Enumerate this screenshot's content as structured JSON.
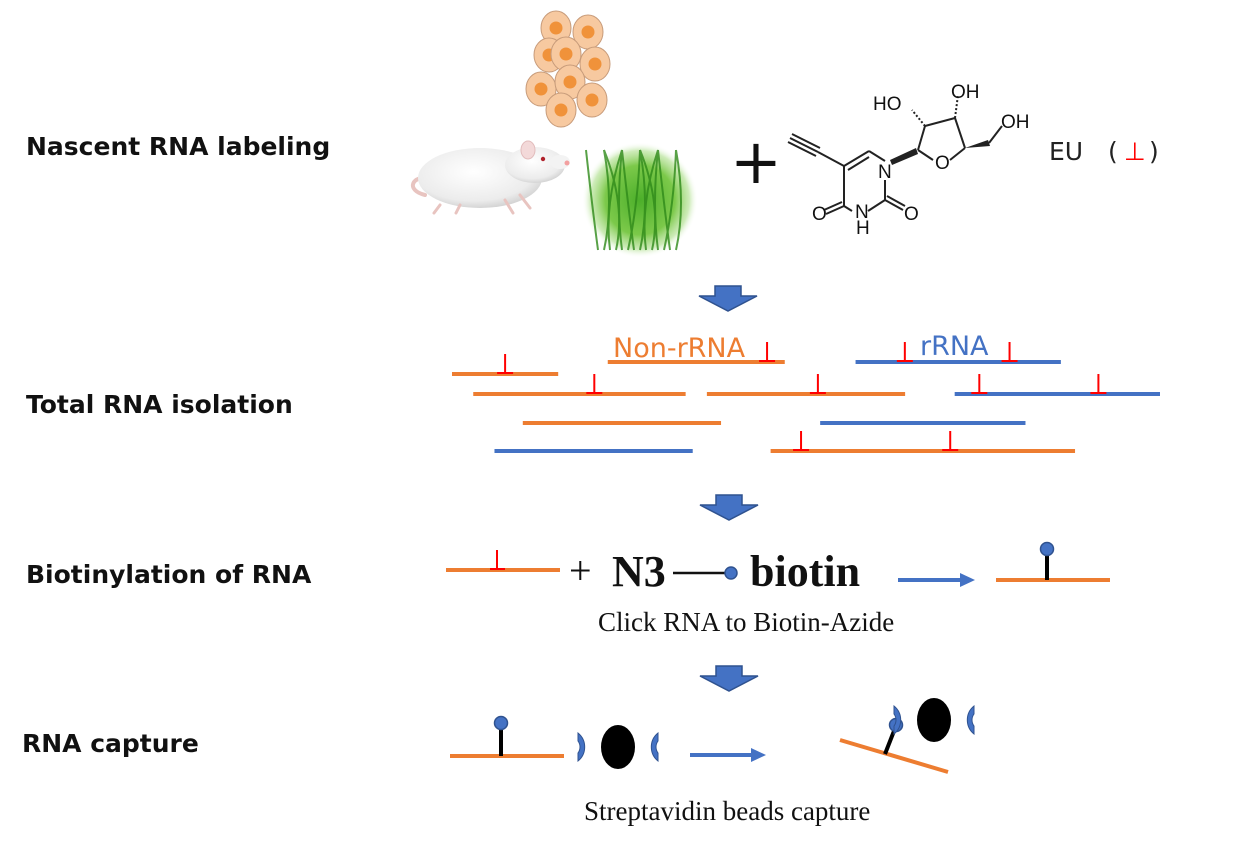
{
  "colors": {
    "non_rrna": "#ED7D31",
    "rrna": "#4472C4",
    "label_mark": "#FF0000",
    "arrow_fill": "#4472C4",
    "arrow_stroke": "#2F528F",
    "text": "#111111",
    "bead": "#000000"
  },
  "steps": [
    {
      "label": "Nascent RNA labeling"
    },
    {
      "label": "Total RNA isolation"
    },
    {
      "label": "Biotinylation of RNA"
    },
    {
      "label": "RNA capture"
    }
  ],
  "labeling": {
    "organisms": [
      "cells-icon",
      "rat-icon",
      "plant-icon"
    ],
    "plus": "+",
    "molecule": {
      "atoms": {
        "ho1": "HO",
        "oh1": "OH",
        "oh2": "OH",
        "n1": "N",
        "o_ring": "O",
        "o_left": "O",
        "o_right": "O",
        "nh_n": "N",
        "nh_h": "H"
      }
    },
    "eu_label": "EU",
    "eu_paren_open": "(",
    "eu_mark": "⊥",
    "eu_paren_close": ")"
  },
  "isolation": {
    "non_rrna_label": "Non-rRNA",
    "rrna_label": "rRNA",
    "strands": [
      {
        "type": "non_rrna",
        "start": 0.0,
        "end": 0.15,
        "row": 1,
        "marks": [
          0.5
        ]
      },
      {
        "type": "non_rrna",
        "start": 0.22,
        "end": 0.47,
        "row": 0,
        "marks": [
          0.9
        ]
      },
      {
        "type": "rrna",
        "start": 0.57,
        "end": 0.86,
        "row": 0,
        "marks": [
          0.24,
          0.75
        ]
      },
      {
        "type": "non_rrna",
        "start": 0.03,
        "end": 0.33,
        "row": 2,
        "marks": [
          0.57
        ]
      },
      {
        "type": "non_rrna",
        "start": 0.36,
        "end": 0.64,
        "row": 2,
        "marks": [
          0.56
        ]
      },
      {
        "type": "rrna",
        "start": 0.71,
        "end": 1.0,
        "row": 2,
        "marks": [
          0.12,
          0.7
        ]
      },
      {
        "type": "non_rrna",
        "start": 0.1,
        "end": 0.38,
        "row": 3,
        "marks": []
      },
      {
        "type": "rrna",
        "start": 0.52,
        "end": 0.81,
        "row": 3,
        "marks": []
      },
      {
        "type": "rrna",
        "start": 0.06,
        "end": 0.34,
        "row": 4,
        "marks": []
      },
      {
        "type": "non_rrna",
        "start": 0.45,
        "end": 0.88,
        "row": 4,
        "marks": [
          0.1,
          0.59
        ]
      }
    ]
  },
  "biotinylation": {
    "plus": "+",
    "n3": "N3",
    "biotin": "biotin",
    "caption": "Click RNA to Biotin-Azide"
  },
  "capture": {
    "caption": "Streptavidin beads capture"
  }
}
